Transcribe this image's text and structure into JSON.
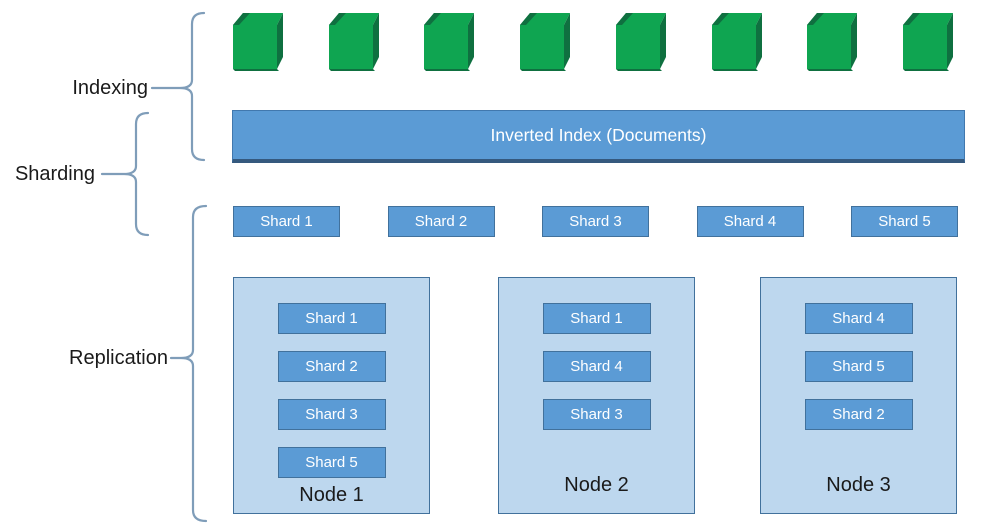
{
  "labels": {
    "indexing": "Indexing",
    "sharding": "Sharding",
    "replication": "Replication"
  },
  "documents": {
    "cube_count": 8,
    "icon": "document-cube-icon"
  },
  "inverted_index": {
    "label": "Inverted Index (Documents)"
  },
  "shard_row": [
    "Shard 1",
    "Shard 2",
    "Shard 3",
    "Shard 4",
    "Shard 5"
  ],
  "nodes": [
    {
      "label": "Node 1",
      "shards": [
        "Shard 1",
        "Shard 2",
        "Shard 3",
        "Shard 5"
      ]
    },
    {
      "label": "Node 2",
      "shards": [
        "Shard 1",
        "Shard 4",
        "Shard 3"
      ]
    },
    {
      "label": "Node 3",
      "shards": [
        "Shard 4",
        "Shard 5",
        "Shard 2"
      ]
    }
  ],
  "colors": {
    "cube_green": "#0fa551",
    "cube_green_dark": "#0f7040",
    "box_blue": "#5b9bd5",
    "box_border_blue": "#41719c",
    "node_fill_blue": "#bdd7ee",
    "brace_blue": "#7f9db9",
    "label_text": "#1a1a1a",
    "box_text": "#ffffff"
  }
}
